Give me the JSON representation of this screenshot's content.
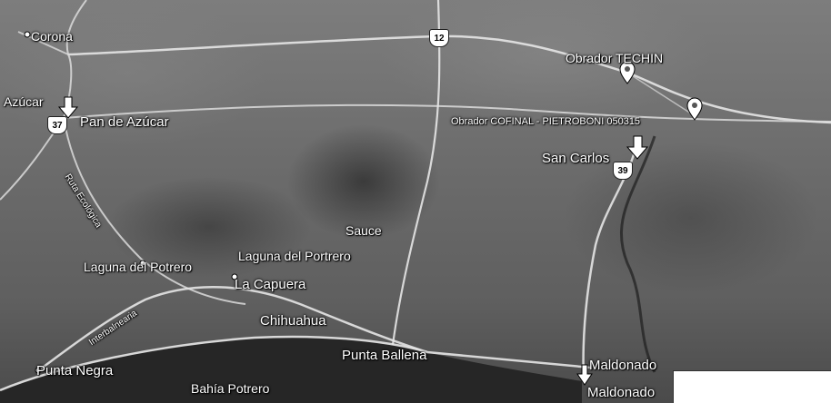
{
  "places": {
    "corona": "Corona",
    "azucar_edge": "Azúcar",
    "pan_de_azucar": "Pan de Azúcar",
    "obrador_techin": "Obrador TECHIN",
    "obrador_cofinal": "Obrador COFINAL - PIETROBONI 050315",
    "san_carlos": "San Carlos",
    "sauce": "Sauce",
    "laguna_del_portrero": "Laguna del Portrero",
    "laguna_del_potrero": "Laguna del Potrero",
    "la_capuera": "La Capuera",
    "chihuahua": "Chihuahua",
    "punta_ballena": "Punta Ballena",
    "punta_negra": "Punta Negra",
    "bahia_potrero": "Bahía Potrero",
    "maldonado_1": "Maldonado",
    "maldonado_2": "Maldonado"
  },
  "roads": {
    "route_12": "12",
    "route_37": "37",
    "route_39": "39",
    "road_label_a": "Ruta Ecológica",
    "road_label_b": "Interbalnearia"
  },
  "colors": {
    "land": "#6a6a6a",
    "water": "#2a2a2a",
    "road": "#e6e6e6"
  }
}
